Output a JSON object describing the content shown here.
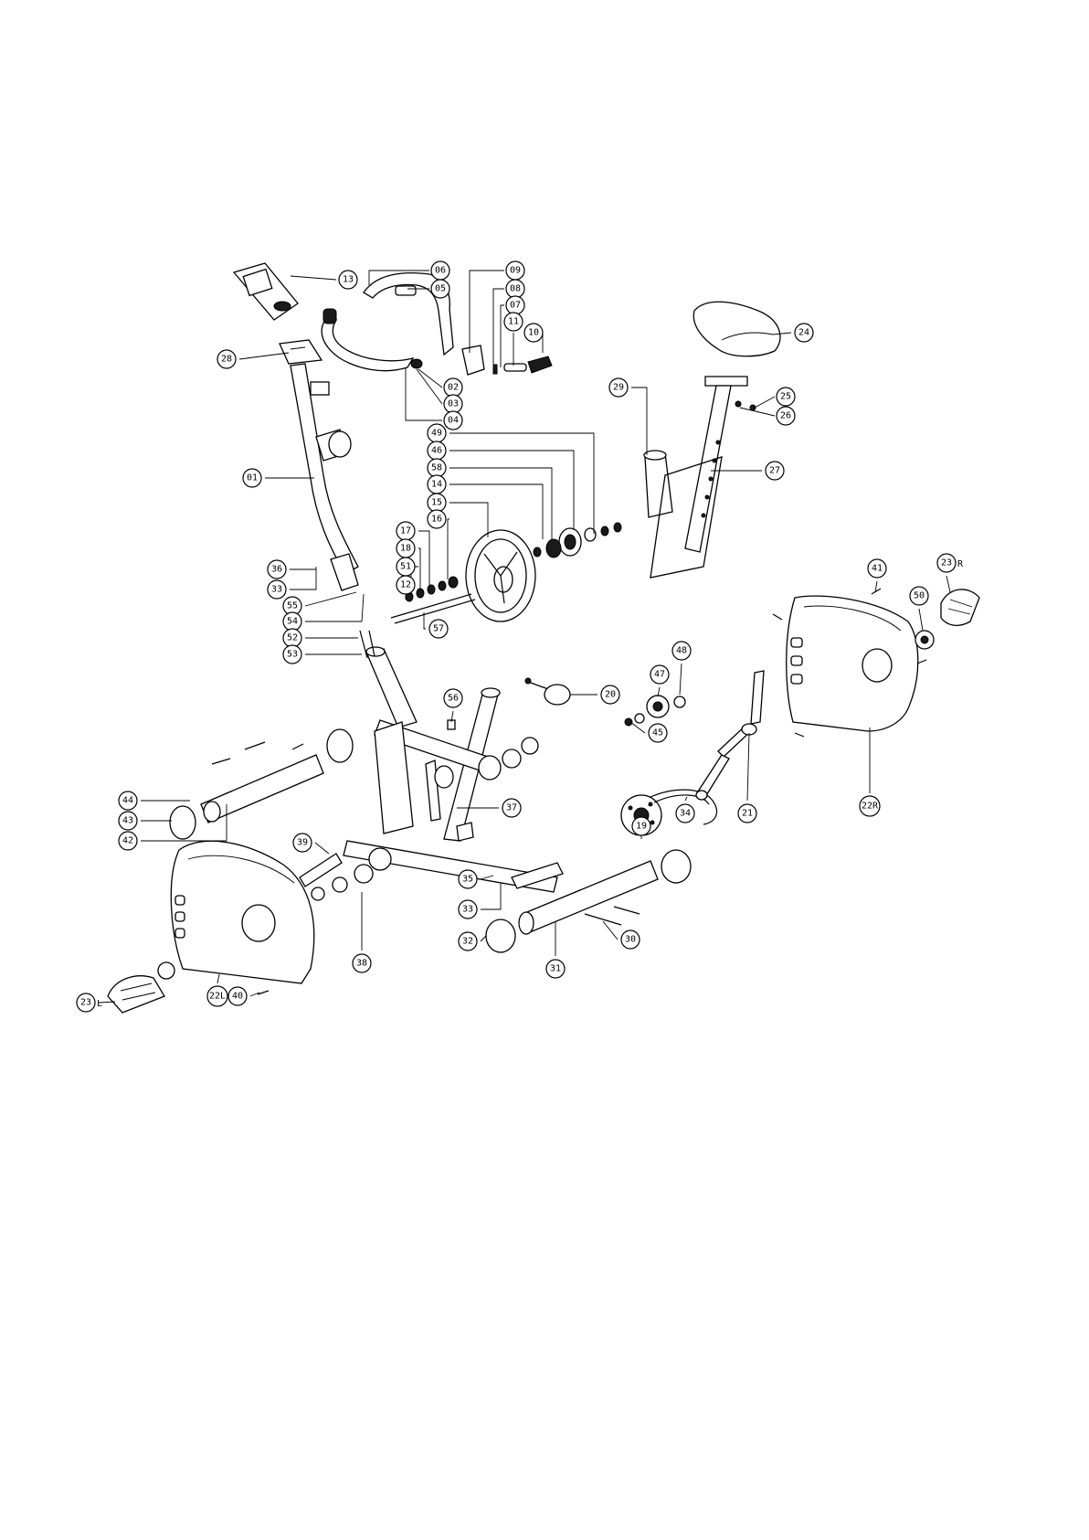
{
  "callouts": [
    {
      "label": "13",
      "side_mark": ""
    },
    {
      "label": "06",
      "side_mark": ""
    },
    {
      "label": "05",
      "side_mark": ""
    },
    {
      "label": "09",
      "side_mark": ""
    },
    {
      "label": "08",
      "side_mark": ""
    },
    {
      "label": "07",
      "side_mark": ""
    },
    {
      "label": "11",
      "side_mark": ""
    },
    {
      "label": "10",
      "side_mark": ""
    },
    {
      "label": "24",
      "side_mark": ""
    },
    {
      "label": "28",
      "side_mark": ""
    },
    {
      "label": "02",
      "side_mark": ""
    },
    {
      "label": "03",
      "side_mark": ""
    },
    {
      "label": "04",
      "side_mark": ""
    },
    {
      "label": "29",
      "side_mark": ""
    },
    {
      "label": "25",
      "side_mark": ""
    },
    {
      "label": "26",
      "side_mark": ""
    },
    {
      "label": "49",
      "side_mark": ""
    },
    {
      "label": "46",
      "side_mark": ""
    },
    {
      "label": "58",
      "side_mark": ""
    },
    {
      "label": "14",
      "side_mark": ""
    },
    {
      "label": "15",
      "side_mark": ""
    },
    {
      "label": "16",
      "side_mark": ""
    },
    {
      "label": "01",
      "side_mark": ""
    },
    {
      "label": "27",
      "side_mark": ""
    },
    {
      "label": "17",
      "side_mark": ""
    },
    {
      "label": "18",
      "side_mark": ""
    },
    {
      "label": "51",
      "side_mark": ""
    },
    {
      "label": "12",
      "side_mark": ""
    },
    {
      "label": "36",
      "side_mark": ""
    },
    {
      "label": "33",
      "side_mark": ""
    },
    {
      "label": "55",
      "side_mark": ""
    },
    {
      "label": "54",
      "side_mark": ""
    },
    {
      "label": "57",
      "side_mark": ""
    },
    {
      "label": "41",
      "side_mark": ""
    },
    {
      "label": "23",
      "side_mark": "R"
    },
    {
      "label": "50",
      "side_mark": ""
    },
    {
      "label": "52",
      "side_mark": ""
    },
    {
      "label": "53",
      "side_mark": ""
    },
    {
      "label": "48",
      "side_mark": ""
    },
    {
      "label": "47",
      "side_mark": ""
    },
    {
      "label": "56",
      "side_mark": ""
    },
    {
      "label": "20",
      "side_mark": ""
    },
    {
      "label": "45",
      "side_mark": ""
    },
    {
      "label": "44",
      "side_mark": ""
    },
    {
      "label": "43",
      "side_mark": ""
    },
    {
      "label": "42",
      "side_mark": ""
    },
    {
      "label": "37",
      "side_mark": ""
    },
    {
      "label": "19",
      "side_mark": ""
    },
    {
      "label": "34",
      "side_mark": ""
    },
    {
      "label": "21",
      "side_mark": ""
    },
    {
      "label": "22R",
      "side_mark": ""
    },
    {
      "label": "39",
      "side_mark": ""
    },
    {
      "label": "35",
      "side_mark": ""
    },
    {
      "label": "33",
      "side_mark": ""
    },
    {
      "label": "38",
      "side_mark": ""
    },
    {
      "label": "32",
      "side_mark": ""
    },
    {
      "label": "31",
      "side_mark": ""
    },
    {
      "label": "30",
      "side_mark": ""
    },
    {
      "label": "23",
      "side_mark": "L"
    },
    {
      "label": "22L",
      "side_mark": ""
    },
    {
      "label": "40",
      "side_mark": ""
    }
  ]
}
